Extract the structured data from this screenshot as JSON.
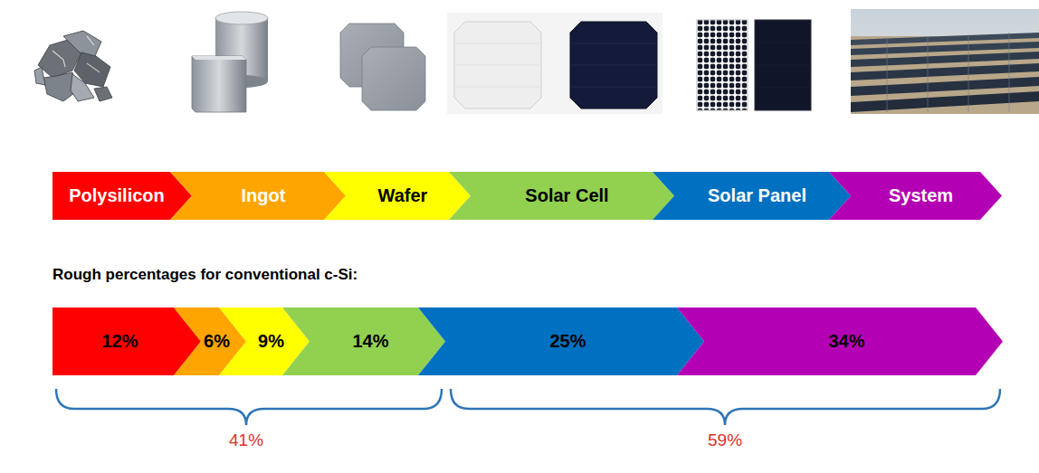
{
  "diagram": {
    "nodes": [
      {
        "text": [
          "Polysilicon"
        ]
      },
      {
        "text": [
          "Ingot"
        ]
      },
      {
        "text": [
          "Wafer"
        ]
      },
      {
        "text": [
          "Solar Cell"
        ]
      },
      {
        "text": [
          "Solar Panel"
        ]
      },
      {
        "text": [
          "System"
        ]
      },
      {
        "text": [
          "12%"
        ]
      },
      {
        "text": [
          "6%"
        ]
      },
      {
        "text": [
          "9%"
        ]
      },
      {
        "text": [
          "14%"
        ]
      },
      {
        "text": [
          "25%"
        ]
      },
      {
        "text": [
          "34%"
        ]
      }
    ],
    "labels": [
      "Rough percentages for conventional c-Si:",
      "41%",
      "59%"
    ]
  }
}
